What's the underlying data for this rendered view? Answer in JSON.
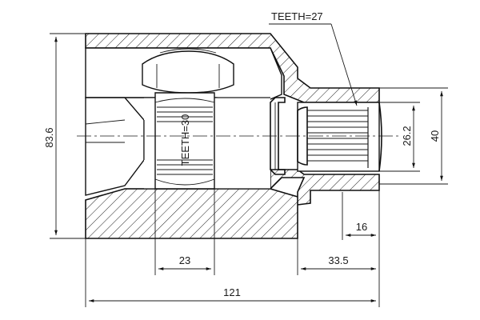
{
  "drawing": {
    "spline_label_outer": "TEETH=27",
    "spline_label_inner": "TEETH=30",
    "dimensions": {
      "overall_diameter": "83.6",
      "spline_inner_diameter": "26.2",
      "shaft_outer_diameter": "40",
      "shaft_length": "16",
      "roller_width": "23",
      "neck_length": "33.5",
      "overall_length": "121"
    }
  }
}
